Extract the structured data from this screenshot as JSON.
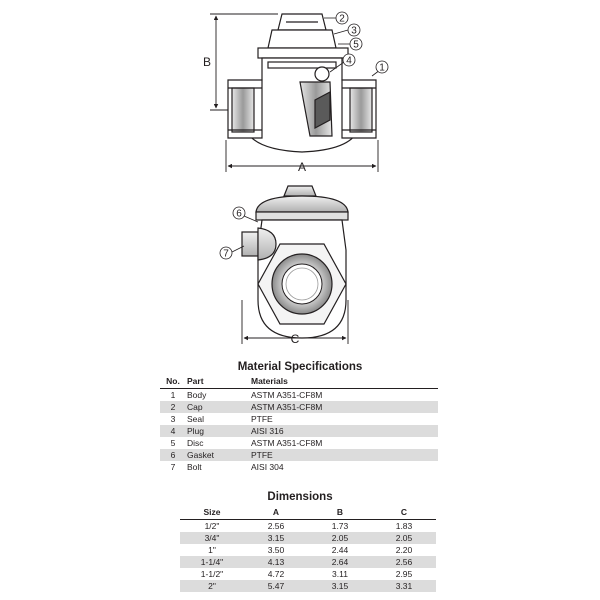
{
  "drawing": {
    "callouts": [
      "1",
      "2",
      "3",
      "4",
      "5",
      "6",
      "7"
    ],
    "dimension_labels": {
      "a": "A",
      "b": "B",
      "c": "C"
    },
    "colors": {
      "line": "#231f20",
      "shade": "#bcbcbc",
      "row_stripe": "#dcdcdc"
    }
  },
  "materials": {
    "title": "Material Specifications",
    "headers": {
      "no": "No.",
      "part": "Part",
      "materials": "Materials"
    },
    "rows": [
      {
        "no": "1",
        "part": "Body",
        "material": "ASTM A351-CF8M"
      },
      {
        "no": "2",
        "part": "Cap",
        "material": "ASTM A351-CF8M"
      },
      {
        "no": "3",
        "part": "Seal",
        "material": "PTFE"
      },
      {
        "no": "4",
        "part": "Plug",
        "material": "AISI 316"
      },
      {
        "no": "5",
        "part": "Disc",
        "material": "ASTM A351-CF8M"
      },
      {
        "no": "6",
        "part": "Gasket",
        "material": "PTFE"
      },
      {
        "no": "7",
        "part": "Bolt",
        "material": "AISI 304"
      }
    ]
  },
  "dimensions": {
    "title": "Dimensions",
    "headers": {
      "size": "Size",
      "a": "A",
      "b": "B",
      "c": "C"
    },
    "rows": [
      {
        "size": "1/2\"",
        "a": "2.56",
        "b": "1.73",
        "c": "1.83"
      },
      {
        "size": "3/4\"",
        "a": "3.15",
        "b": "2.05",
        "c": "2.05"
      },
      {
        "size": "1\"",
        "a": "3.50",
        "b": "2.44",
        "c": "2.20"
      },
      {
        "size": "1-1/4\"",
        "a": "4.13",
        "b": "2.64",
        "c": "2.56"
      },
      {
        "size": "1-1/2\"",
        "a": "4.72",
        "b": "3.11",
        "c": "2.95"
      },
      {
        "size": "2\"",
        "a": "5.47",
        "b": "3.15",
        "c": "3.31"
      }
    ]
  }
}
